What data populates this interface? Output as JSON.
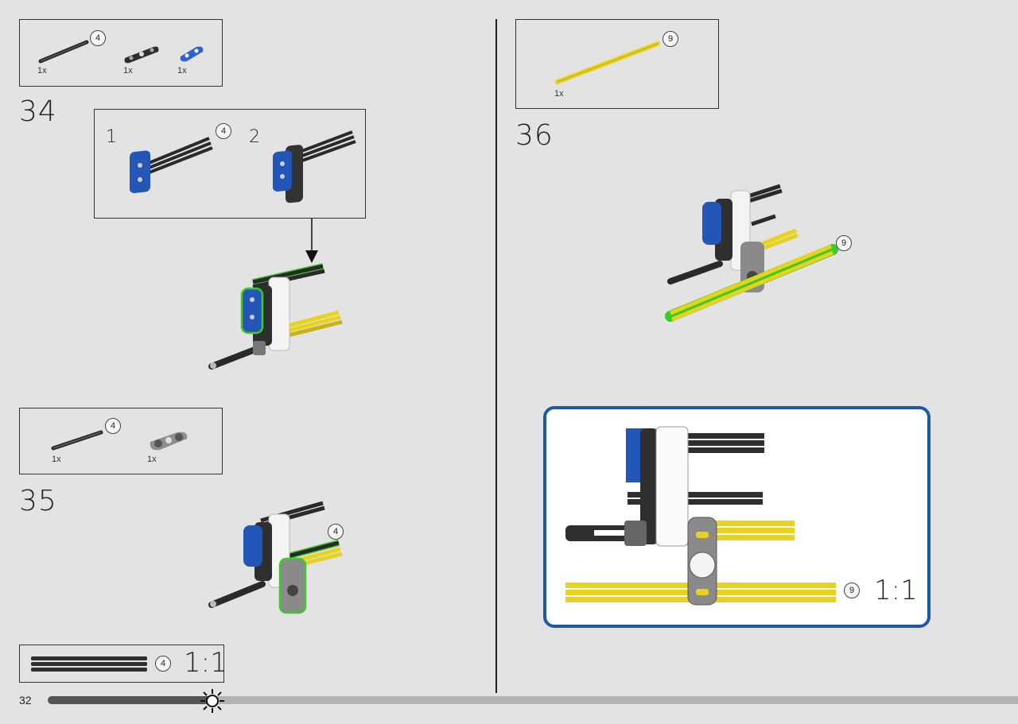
{
  "page_number": "32",
  "scale_label": "1:1",
  "colors": {
    "background": "#e3e3e3",
    "blue": "#2456b8",
    "yellow": "#e8d21c",
    "black_axle": "#3a3a3a",
    "gray": "#8a8a8a",
    "highlight": "#3ccc28",
    "callout_border": "#1a5aa8"
  },
  "steps": {
    "s34": {
      "number": "34",
      "parts": [
        {
          "qty": "1x",
          "length": "4",
          "icon": "axle-icon"
        },
        {
          "qty": "1x",
          "icon": "liftarm-icon"
        },
        {
          "qty": "1x",
          "icon": "connector-icon"
        }
      ],
      "substeps": [
        {
          "number": "1",
          "length": "4"
        },
        {
          "number": "2"
        }
      ]
    },
    "s35": {
      "number": "35",
      "parts": [
        {
          "qty": "1x",
          "length": "4",
          "icon": "axle-icon"
        },
        {
          "qty": "1x",
          "icon": "cross-block-icon"
        }
      ],
      "callout_length": "4"
    },
    "s36": {
      "number": "36",
      "parts": [
        {
          "qty": "1x",
          "length": "9",
          "icon": "yellow-axle-icon"
        }
      ],
      "callout_length": "9",
      "detail_length": "9"
    }
  },
  "scale_reference": {
    "length": "4"
  },
  "progress": {
    "fraction": 0.17
  }
}
